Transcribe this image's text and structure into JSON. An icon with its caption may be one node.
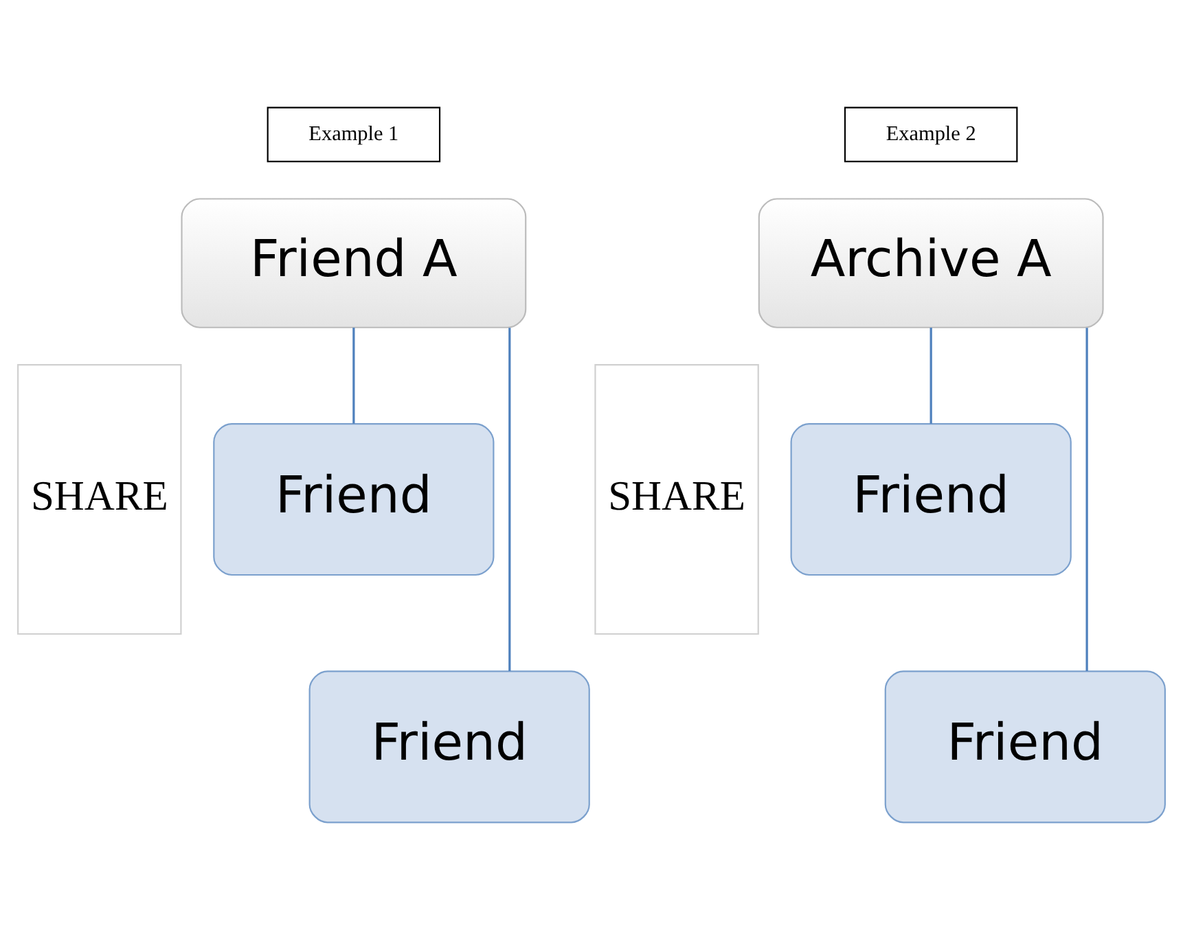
{
  "diagram": {
    "nodes": [
      {
        "text": [
          "Example 1"
        ]
      },
      {
        "text": [
          "Friend A"
        ]
      },
      {
        "text": [
          "SHARE"
        ]
      },
      {
        "text": [
          "Friend"
        ]
      },
      {
        "text": [
          "Friend"
        ]
      },
      {
        "text": [
          "Example 2"
        ]
      },
      {
        "text": [
          "Archive A"
        ]
      },
      {
        "text": [
          "SHARE"
        ]
      },
      {
        "text": [
          "Friend"
        ]
      },
      {
        "text": [
          "Friend"
        ]
      }
    ],
    "edges": [
      {
        "from": 1,
        "to": 3,
        "arrow": "none"
      },
      {
        "from": 1,
        "to": 4,
        "arrow": "none"
      },
      {
        "from": 6,
        "to": 8,
        "arrow": "none"
      },
      {
        "from": 6,
        "to": 9,
        "arrow": "none"
      }
    ]
  }
}
